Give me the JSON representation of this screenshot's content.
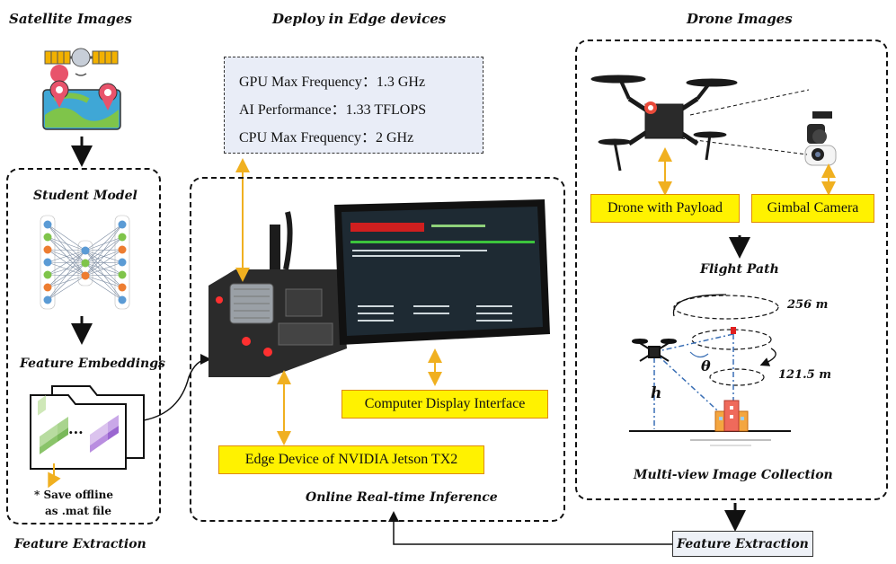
{
  "headings": {
    "satellite": "Satellite Images",
    "deploy": "Deploy in Edge devices",
    "drone": "Drone Images",
    "student_model": "Student Model",
    "feature_embeddings": "Feature Embeddings",
    "feature_extraction_left": "Feature Extraction",
    "online_inference": "Online Real-time Inference",
    "flight_path": "Flight Path",
    "multiview": "Multi-view Image Collection",
    "feature_extraction_right": "Feature Extraction"
  },
  "specs": [
    "GPU Max Frequency：1.3 GHz",
    "AI Performance：1.33 TFLOPS",
    "CPU Max Frequency：2 GHz"
  ],
  "labels": {
    "drone_payload": "Drone with Payload",
    "gimbal_camera": "Gimbal Camera",
    "display_interface": "Computer Display Interface",
    "edge_device": "Edge Device of NVIDIA Jetson TX2",
    "save_offline_1": "* Save offline",
    "save_offline_2": "as .mat file",
    "ellipsis": "...",
    "altitude_high": "256 m",
    "altitude_low": "121.5 m",
    "theta": "θ",
    "h": "h"
  },
  "colors": {
    "accent_arrow": "#f0b020",
    "label_fill": "#fff200",
    "spec_fill": "#e9edf7",
    "path_line": "#3a6fb5"
  }
}
